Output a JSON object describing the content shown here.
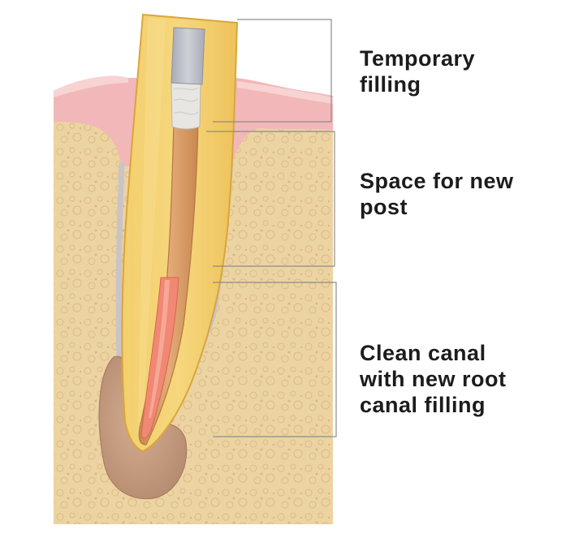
{
  "labels": {
    "temporary_filling": [
      "Temporary",
      "filling"
    ],
    "space_for_new_post": [
      "Space for new",
      "post"
    ],
    "clean_canal": [
      "Clean canal",
      "with new root",
      "canal filling"
    ]
  },
  "colors": {
    "background": "#ffffff",
    "bone": "#ecd3a2",
    "bone_speckle": "#d9b981",
    "gum": "#f2b7b8",
    "gum_light": "#f7d3d2",
    "tooth": "#f0c862",
    "tooth_edge": "#d9a63c",
    "canal": "#d99a63",
    "temp_filling": "#b9bcc6",
    "cotton": "#e7e6e3",
    "root_filling": "#f08873",
    "abscess": "#c9a083",
    "leader_line": "#8c8c8c",
    "text": "#1c1c1c"
  }
}
